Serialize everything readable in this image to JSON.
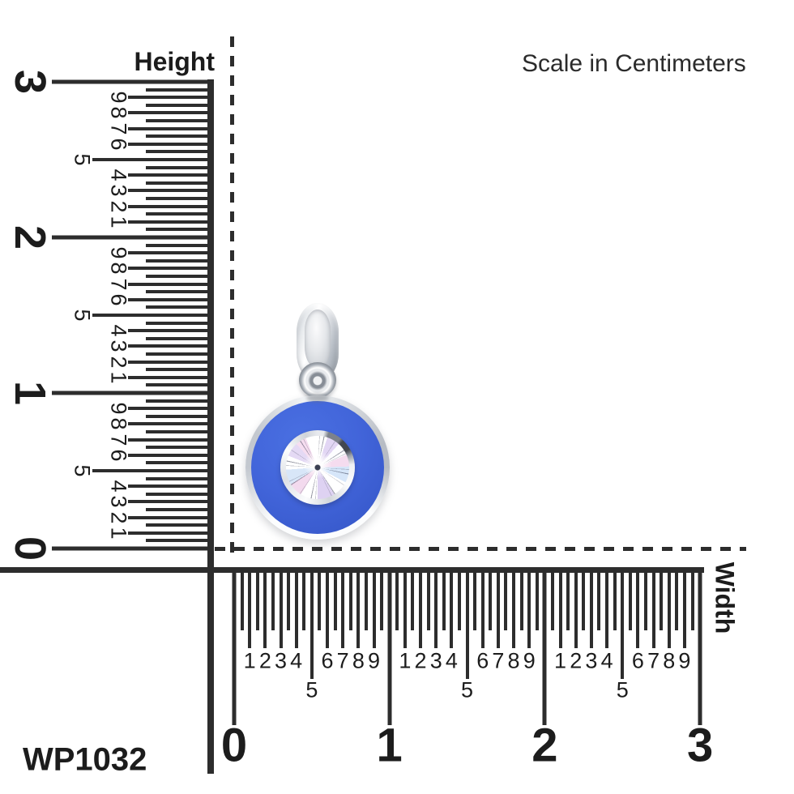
{
  "scale_note": "Scale in Centimeters",
  "product_code": "WP1032",
  "rulers": {
    "unit": "cm",
    "range": [
      0,
      3
    ],
    "height": {
      "label": "Height",
      "majors": [
        "0",
        "1",
        "2",
        "3"
      ]
    },
    "width": {
      "label": "Width",
      "majors": [
        "0",
        "1",
        "2",
        "3"
      ]
    },
    "half_label": "5",
    "minor_labels": [
      "1",
      "2",
      "3",
      "4",
      "5",
      "6",
      "7",
      "8",
      "9"
    ]
  },
  "colors": {
    "line": "#2d2d2d",
    "text": "#1c1c1c",
    "enamel_blue": "#4166d9",
    "metal_silver": "#e9ebee"
  },
  "pendant": {
    "description": "round bezel-set diamond pendant with blue enamel halo and silver bail"
  }
}
